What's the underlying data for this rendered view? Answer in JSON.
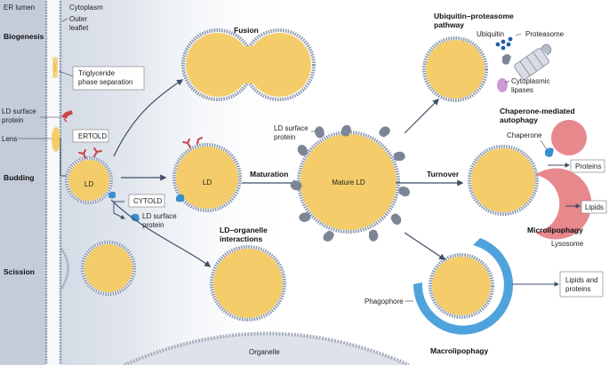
{
  "colors": {
    "lipid_core": "#f4cd6a",
    "membrane": "#8e9bb1",
    "arrow": "#3f4e68",
    "ubiquitin": "#1f5fa8",
    "protein_red": "#c7444a",
    "protein_blue": "#3a8fd0",
    "protein_grey": "#7c8596",
    "lipase": "#c99bd0",
    "lysosome": "#e7888d",
    "phagophore": "#4ea3dd",
    "background_er": "#cfd6e2"
  },
  "header": {
    "er_lumen": "ER lumen",
    "cytoplasm": "Cytoplasm",
    "outer_leaflet": "Outer\nleaflet"
  },
  "stages": {
    "biogenesis": "Biogenesis",
    "budding": "Budding",
    "scission": "Scission"
  },
  "labels": {
    "triglyceride_phase": "Triglyceride\nphase separation",
    "ld_surface_protein_left": "LD surface\nprotein",
    "lens": "Lens",
    "ertold": "ERTOLD",
    "cytold": "CYTOLD",
    "ld_surface_protein_cytold": "LD surface\nprotein",
    "ld": "LD",
    "ld2": "LD",
    "fusion": "Fusion",
    "maturation": "Maturation",
    "mature_ld": "Mature LD",
    "ld_surface_protein_top": "LD surface\nprotein",
    "ld_organelle": "LD–organelle\ninteractions",
    "organelle": "Organelle",
    "turnover": "Turnover",
    "ups": "Ubiquitin–proteasome\npathway",
    "ubiquitin": "Ubiquitin",
    "proteasome": "Proteasome",
    "cytoplasmic_lipases": "Cytoplasmic\nlipases",
    "cma": "Chaperone-mediated\nautophagy",
    "chaperone": "Chaperone",
    "proteins": "Proteins",
    "lipids": "Lipids",
    "microlipophagy": "Microlipophagy",
    "lysosome": "Lysosome",
    "lipids_and_proteins": "Lipids and\nproteins",
    "phagophore": "Phagophore",
    "macrolipophagy": "Macrolipophagy"
  }
}
